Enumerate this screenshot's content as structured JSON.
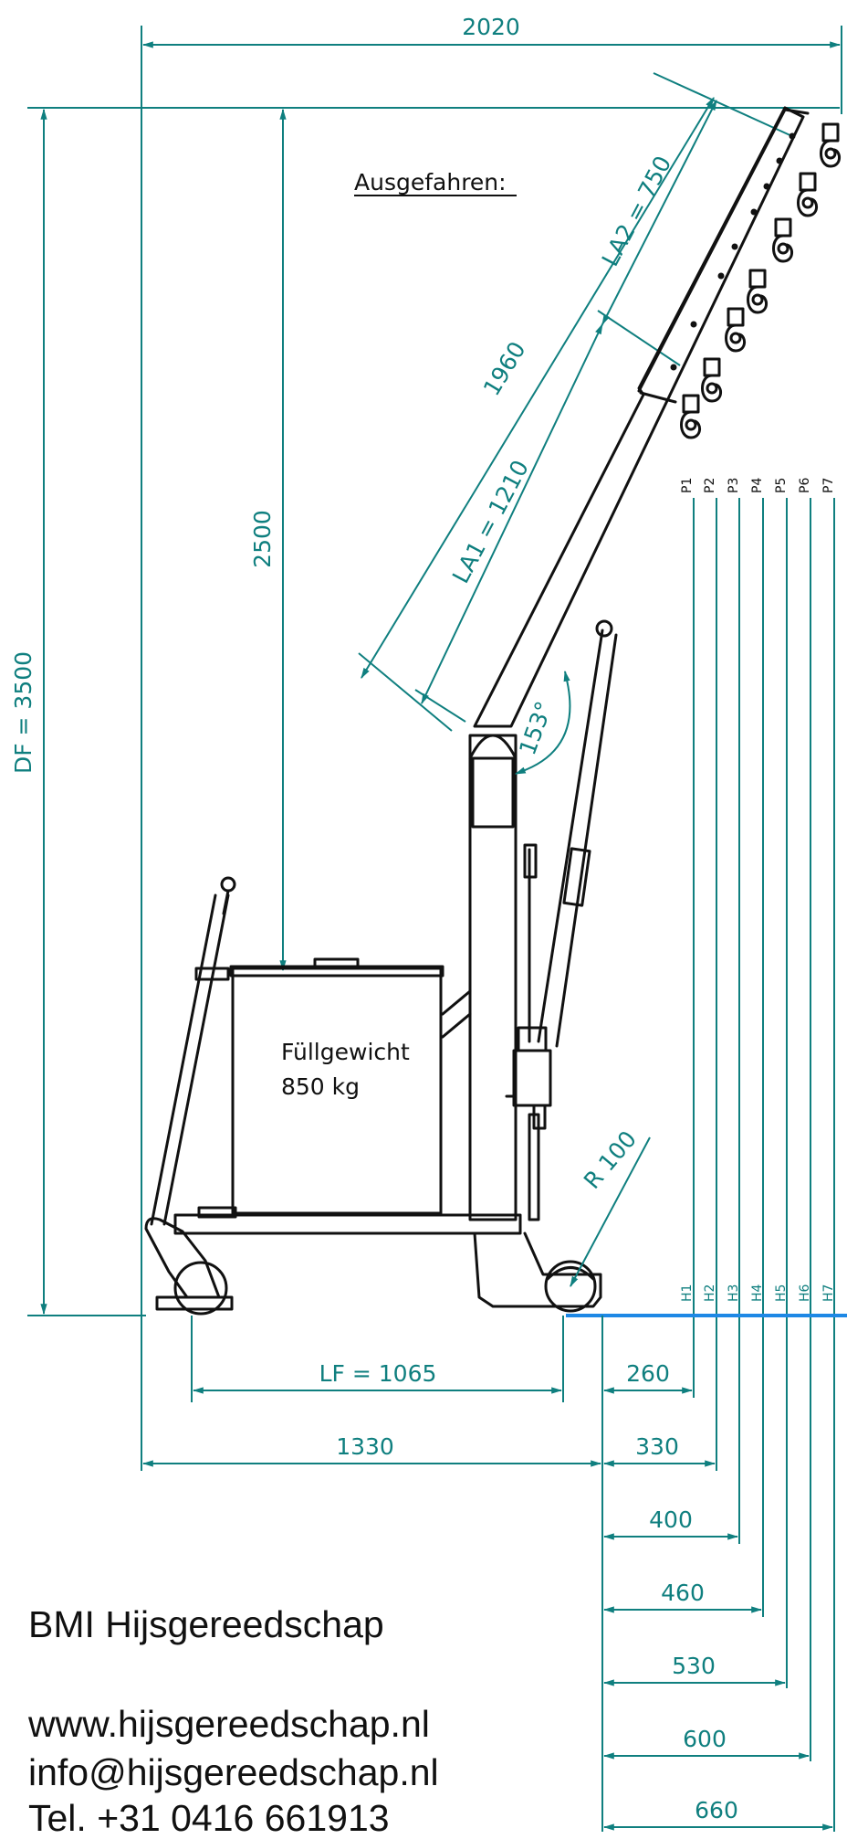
{
  "labels": {
    "state": "Ausgefahren:",
    "content_line1": "Füllgewicht",
    "content_line2": "850 kg"
  },
  "dimensions": {
    "total_width": "2020",
    "total_height": "DF = 3500",
    "hook_height": "2500",
    "boom_length": "1960",
    "boom_la1": "LA1 = 1210",
    "boom_la2": "LA2 = 750",
    "boom_angle": "153°",
    "wheel_radius": "R 100",
    "wheelbase": "LF = 1065",
    "base_length": "1330"
  },
  "positions": {
    "points": [
      "P1",
      "P2",
      "P3",
      "P4",
      "P5",
      "P6",
      "P7"
    ],
    "heights": [
      "H1",
      "H2",
      "H3",
      "H4",
      "H5",
      "H6",
      "H7"
    ],
    "reach": [
      "260",
      "330",
      "400",
      "460",
      "530",
      "600",
      "660"
    ]
  },
  "company": {
    "name": "BMI Hijsgereedschap",
    "website": "www.hijsgereedschap.nl",
    "email": "info@hijsgereedschap.nl",
    "phone": "Tel. +31 0416 661913"
  },
  "colors": {
    "dimension": "#0f7f7f",
    "ground": "#1e88e5",
    "line": "#111111"
  }
}
